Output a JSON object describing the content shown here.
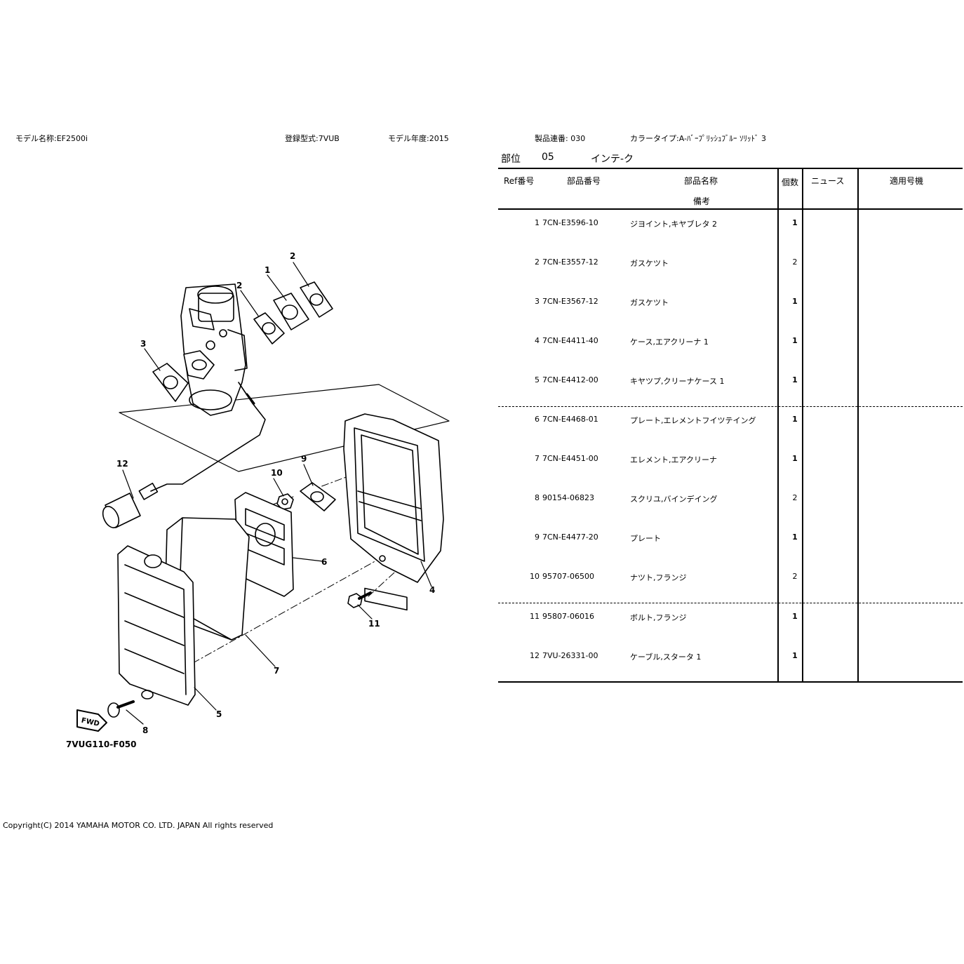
{
  "header": {
    "model_name": "モデル名称:EF2500i",
    "reg_type": "登録型式:7VUB",
    "model_year": "モデル年度:2015",
    "serial": "製品連番: 030",
    "color": "カラータイプ:A-ﾊﾞｰﾌﾟﾘｯｼｭﾌﾞﾙｰ ｿﾘｯﾄﾞ 3"
  },
  "section": {
    "label": "部位",
    "code": "05",
    "name": "インテ-ク"
  },
  "table": {
    "headers": {
      "ref": "Ref番号",
      "part_no": "部品番号",
      "part_name": "部品名称",
      "remarks": "備考",
      "qty": "個数",
      "news": "ニュース",
      "models": "適用号機"
    },
    "rows": [
      {
        "ref": "1",
        "part_no": "7CN-E3596-10",
        "name": "ジヨイント,キヤブレタ 2",
        "qty": "1"
      },
      {
        "ref": "2",
        "part_no": "7CN-E3557-12",
        "name": "ガスケツト",
        "qty": "2"
      },
      {
        "ref": "3",
        "part_no": "7CN-E3567-12",
        "name": "ガスケツト",
        "qty": "1"
      },
      {
        "ref": "4",
        "part_no": "7CN-E4411-40",
        "name": "ケース,エアクリーナ 1",
        "qty": "1"
      },
      {
        "ref": "5",
        "part_no": "7CN-E4412-00",
        "name": "キヤツプ,クリーナケース 1",
        "qty": "1"
      },
      {
        "ref": "6",
        "part_no": "7CN-E4468-01",
        "name": "プレート,エレメントフイツテイング",
        "qty": "1"
      },
      {
        "ref": "7",
        "part_no": "7CN-E4451-00",
        "name": "エレメント,エアクリーナ",
        "qty": "1"
      },
      {
        "ref": "8",
        "part_no": "90154-06823",
        "name": "スクリユ,バインデイング",
        "qty": "2"
      },
      {
        "ref": "9",
        "part_no": "7CN-E4477-20",
        "name": "プレート",
        "qty": "1"
      },
      {
        "ref": "10",
        "part_no": "95707-06500",
        "name": "ナツト,フランジ",
        "qty": "2"
      },
      {
        "ref": "11",
        "part_no": "95807-06016",
        "name": "ボルト,フランジ",
        "qty": "1"
      },
      {
        "ref": "12",
        "part_no": "7VU-26331-00",
        "name": "ケーブル,スタータ 1",
        "qty": "1"
      }
    ]
  },
  "diagram": {
    "callouts": [
      "1",
      "2",
      "2",
      "3",
      "4",
      "5",
      "6",
      "7",
      "8",
      "9",
      "10",
      "11",
      "12"
    ],
    "fwd_label": "FWD",
    "drawing_code": "7VUG110-F050"
  },
  "copyright": "Copyright(C) 2014 YAMAHA MOTOR CO. LTD. JAPAN All rights reserved"
}
